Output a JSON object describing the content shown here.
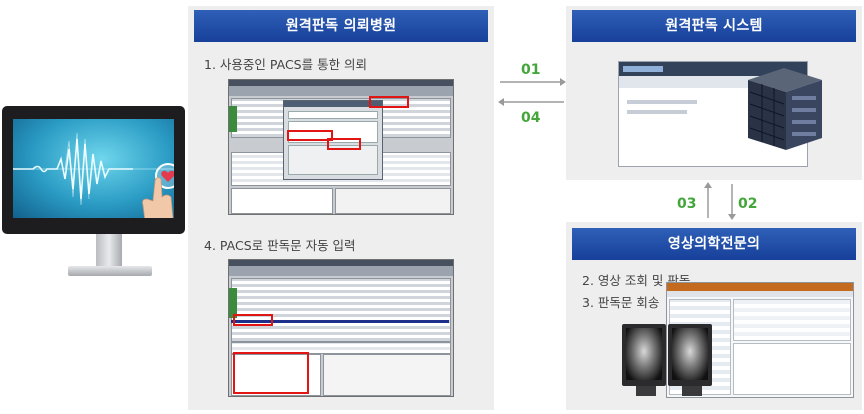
{
  "left_panel": {
    "title": "원격판독 의뢰병원",
    "step1": "1. 사용중인 PACS를 통한 의뢰",
    "step4": "4. PACS로 판독문 자동 입력"
  },
  "right_top_panel": {
    "title": "원격판독 시스템"
  },
  "right_bottom_panel": {
    "title": "영상의학전문의",
    "step2": "2. 영상 조회 및 판독",
    "step3": "3. 판독문 회송"
  },
  "arrows": {
    "a01": "01",
    "a04": "04",
    "a03": "03",
    "a02": "02"
  },
  "colors": {
    "panel_title_bg": "#1f4ea8",
    "panel_bg": "#eeeeef",
    "arrow_label": "#43a63a",
    "highlight": "#e21515"
  },
  "icons": [
    "monitor-icon",
    "heart-icon",
    "server-icon",
    "xray-monitor-icon"
  ]
}
